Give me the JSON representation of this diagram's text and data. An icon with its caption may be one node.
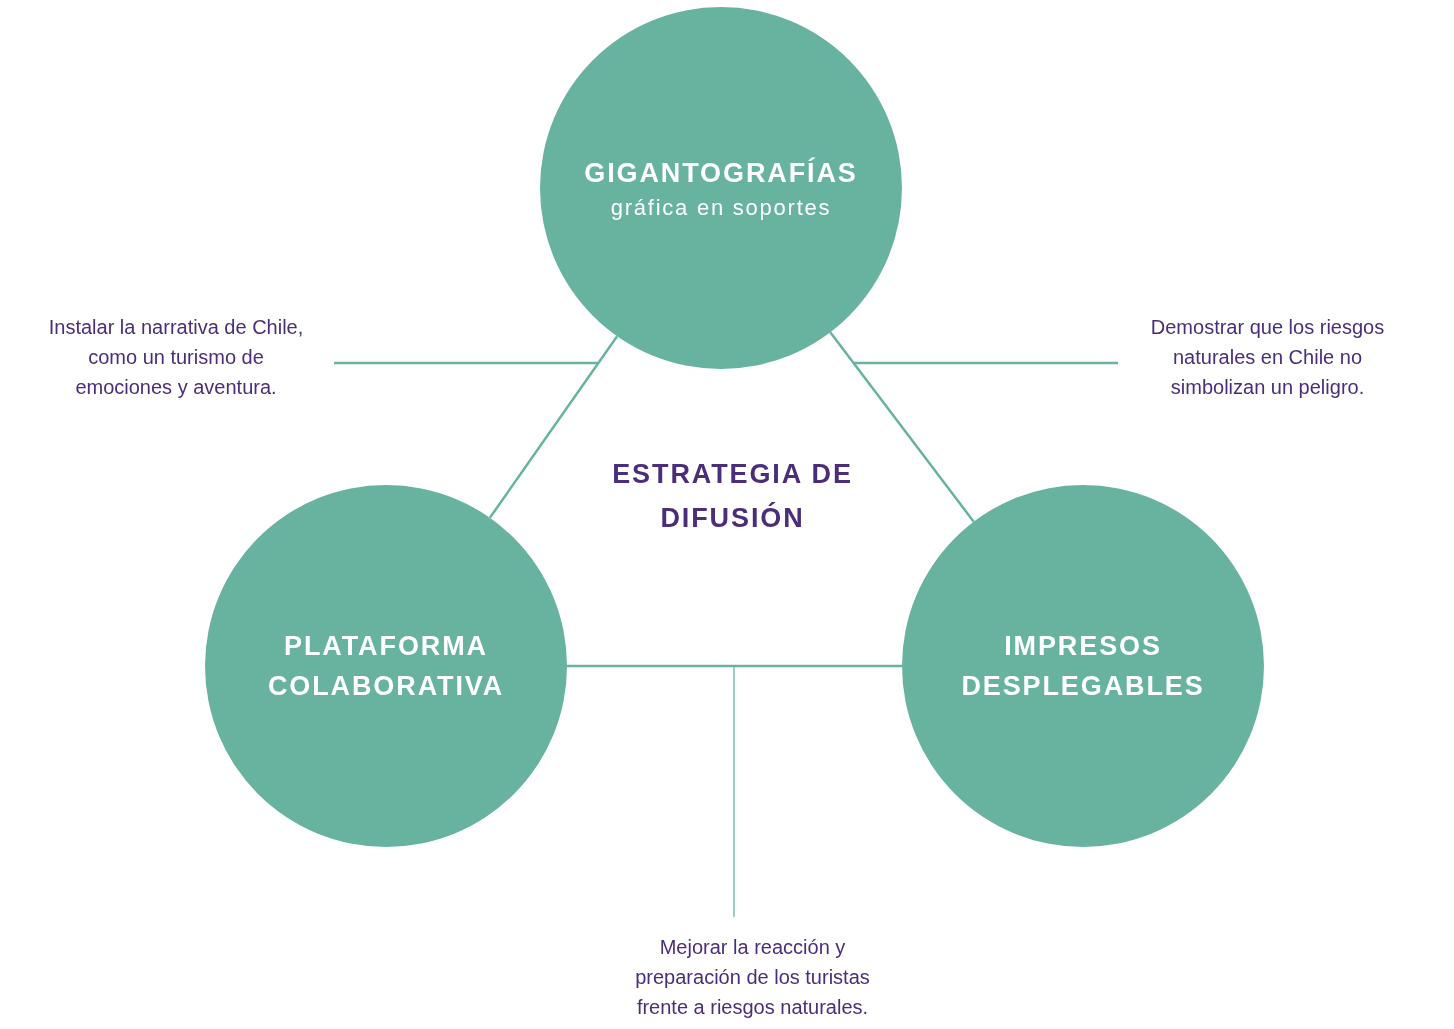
{
  "diagram": {
    "nodes": [
      {
        "text": [
          "GIGANTOGRAFÍAS",
          "gráfica en soportes"
        ]
      },
      {
        "text": [
          "PLATAFORMA COLABORATIVA"
        ]
      },
      {
        "text": [
          "IMPRESOS DESPLEGABLES"
        ]
      },
      {
        "text": [
          "Instalar la narrativa de Chile, como un turismo de emociones y aventura."
        ]
      },
      {
        "text": [
          "Demostrar que los riesgos naturales en Chile no simbolizan un peligro."
        ]
      },
      {
        "text": [
          "Mejorar la reacción y preparación de los turistas frente a riesgos naturales."
        ]
      }
    ],
    "edges": [
      {
        "from": 0,
        "to": 1,
        "arrow": "none"
      },
      {
        "from": 0,
        "to": 2,
        "arrow": "none"
      },
      {
        "from": 1,
        "to": 2,
        "arrow": "none"
      },
      {
        "from": 3,
        "to": 0,
        "arrow": "none"
      },
      {
        "from": 4,
        "to": 0,
        "arrow": "none"
      },
      {
        "from": 5,
        "to": null,
        "arrow": "none"
      }
    ],
    "labels": [
      "ESTRATEGIA DE DIFUSIÓN"
    ]
  }
}
